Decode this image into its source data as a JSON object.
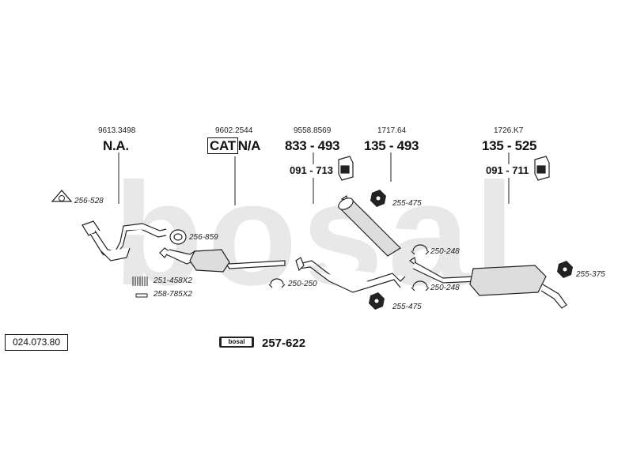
{
  "watermark": {
    "text": "bosal",
    "color": "#e8e8e8"
  },
  "columns": [
    {
      "ref": "9613.3498",
      "code": "N.A."
    },
    {
      "ref": "9602.2544",
      "cat": "CAT",
      "code": "N/A"
    },
    {
      "ref": "9558.8569",
      "code": "833 - 493",
      "sub": "091 - 713"
    },
    {
      "ref": "1717.64",
      "code": "135 - 493"
    },
    {
      "ref": "1726.K7",
      "code": "135 - 525",
      "sub": "091 - 711"
    }
  ],
  "parts": {
    "gasket_front": "256-528",
    "gasket_mid": "256-859",
    "springs": "251-458X2",
    "bolts": "258-785X2",
    "clamp_cat": "250-250",
    "nut_top": "255-475",
    "nut_bottom": "255-475",
    "clamp_top": "250-248",
    "clamp_bottom": "250-248",
    "nut_rear": "255-375"
  },
  "footer": {
    "diagram_code": "024.073.80",
    "badge_text": "bosal",
    "part_number": "257-622"
  }
}
